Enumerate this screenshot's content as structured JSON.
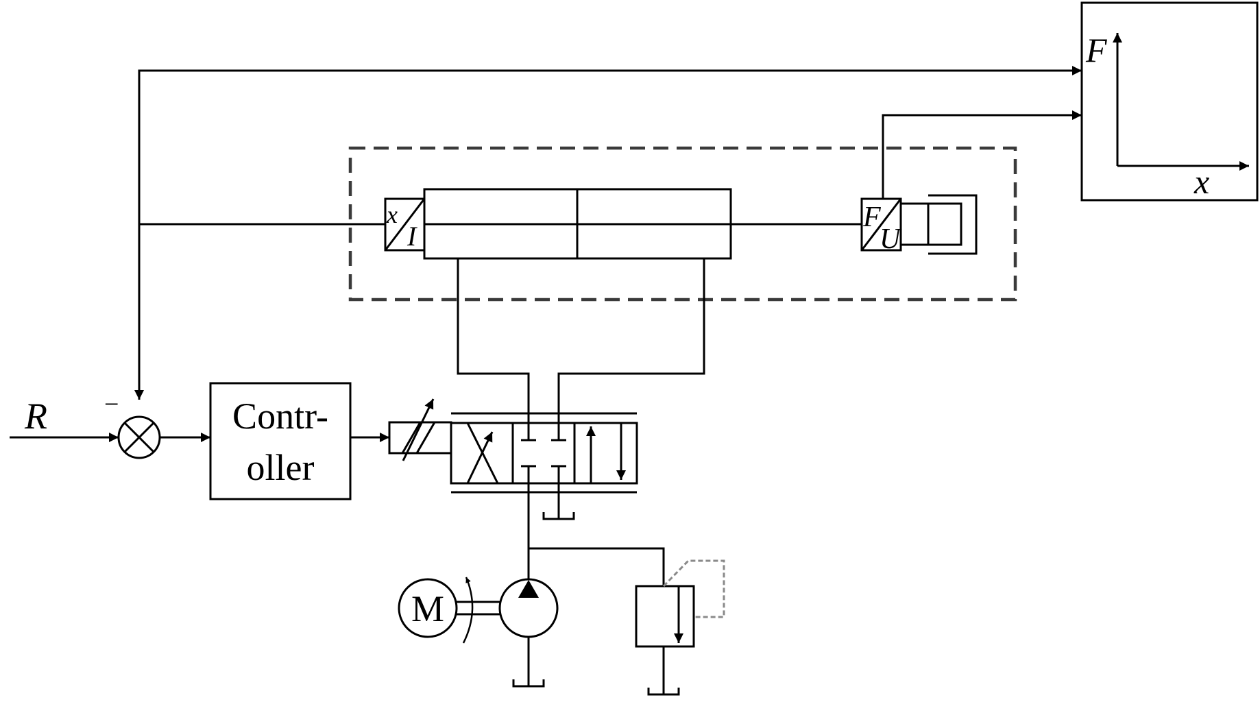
{
  "labels": {
    "reference": "R",
    "minus_sign": "−",
    "controller_line1": "Contr-",
    "controller_line2": "oller",
    "displacement_sensor_top": "x",
    "displacement_sensor_bottom": "I",
    "force_sensor_top": "F",
    "force_sensor_bottom": "U",
    "motor": "M",
    "plot_y_axis": "F",
    "plot_x_axis": "x"
  }
}
